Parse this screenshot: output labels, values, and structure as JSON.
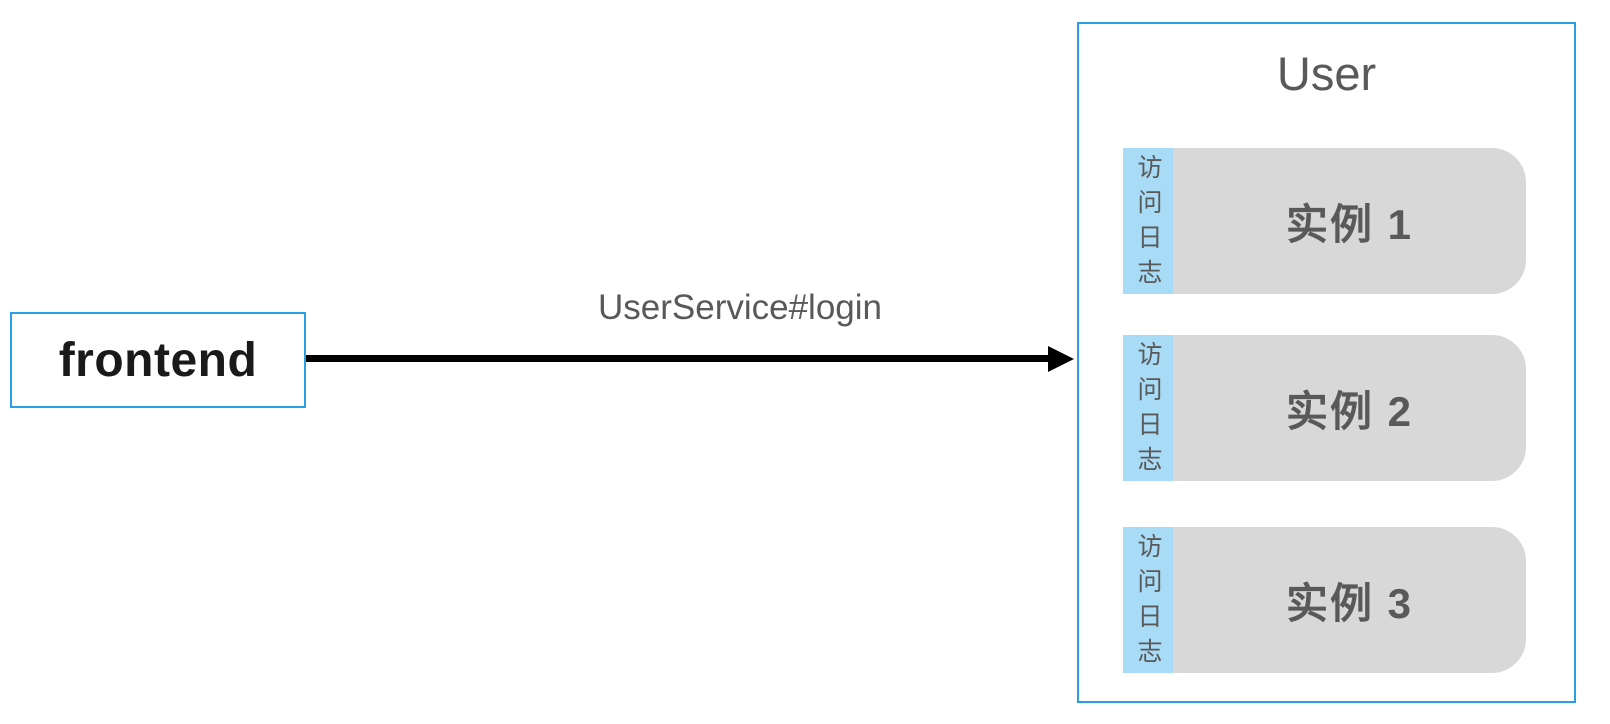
{
  "frontend_box": {
    "label": "frontend"
  },
  "request_arrow": {
    "label": "UserService#login"
  },
  "user_group": {
    "title": "User",
    "instances": [
      {
        "log_strip": "访问日志",
        "label": "实例 1"
      },
      {
        "log_strip": "访问日志",
        "label": "实例 2"
      },
      {
        "log_strip": "访问日志",
        "label": "实例 3"
      }
    ]
  },
  "colors": {
    "box_border_blue": "#2A9FE3",
    "log_strip_blue": "#A8DBF5",
    "instance_gray": "#D8D8D8",
    "text_gray": "#595959",
    "arrow_black": "#000000"
  }
}
